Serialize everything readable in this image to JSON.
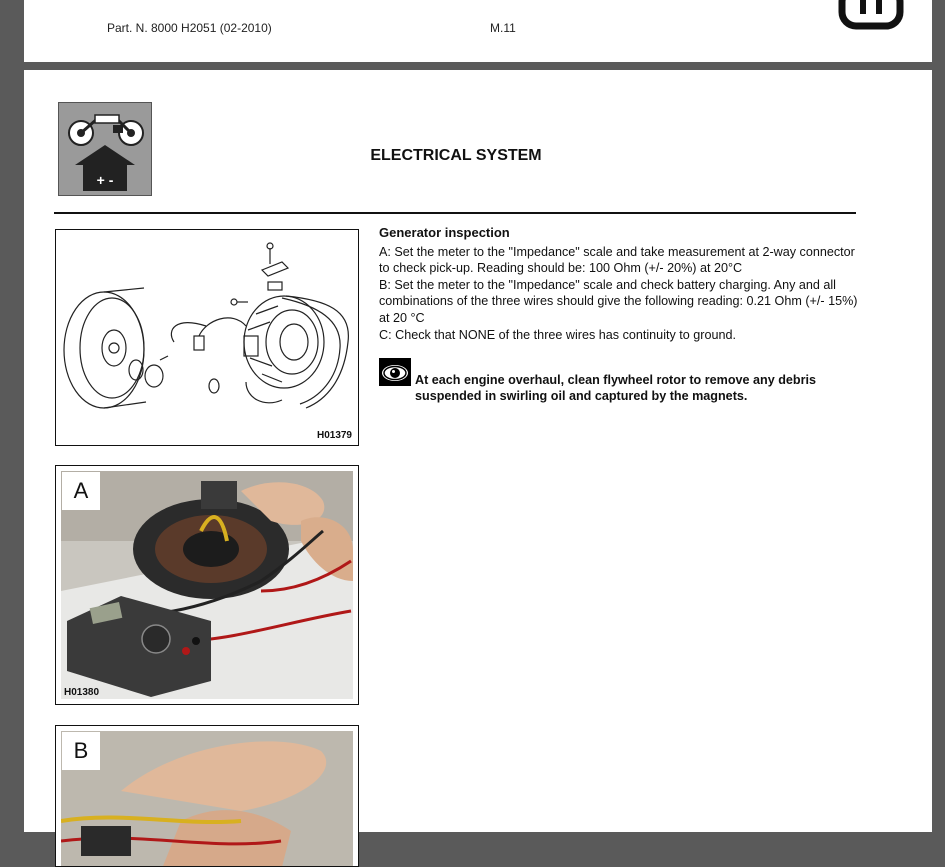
{
  "header": {
    "part_number": "Part. N. 8000 H2051 (02-2010)",
    "page_code": "M.11"
  },
  "section": {
    "title": "ELECTRICAL SYSTEM",
    "icon": "motorcycle-battery-icon",
    "icon_symbols": "+ -"
  },
  "figures": [
    {
      "code": "H01379",
      "kind": "generator-exploded-diagram"
    },
    {
      "code": "H01380",
      "letter": "A",
      "kind": "photo-multimeter-stator"
    },
    {
      "letter": "B",
      "kind": "photo-connector-test"
    }
  ],
  "content": {
    "heading": "Generator inspection",
    "paragraphs": [
      "A: Set the meter to the \"Impedance\" scale and take measurement at 2-way connector to check pick-up. Reading should be: 100 Ohm (+/- 20%) at 20°C",
      "B: Set the meter to the \"Impedance\" scale and check battery charging. Any and all combinations of the three wires should give the following reading: 0.21 Ohm (+/- 15%) at 20 °C",
      "C: Check that NONE of the three wires has continuity to ground."
    ]
  },
  "note": {
    "icon": "eye-icon",
    "text": "At each engine overhaul, clean flywheel rotor to remove any debris suspended in swirling oil and captured by the magnets."
  }
}
